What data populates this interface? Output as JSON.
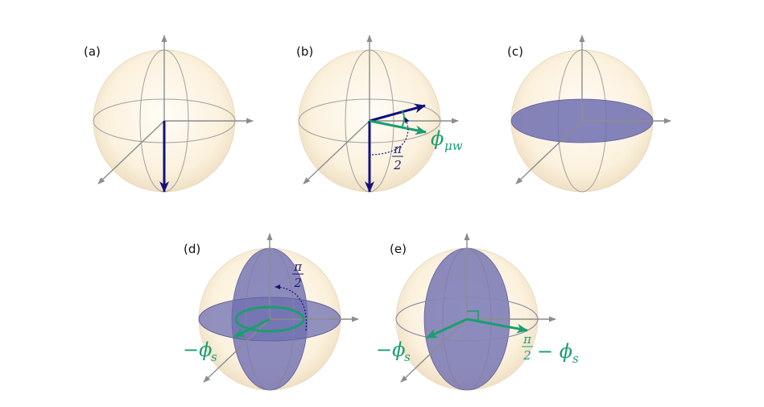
{
  "panels": [
    {
      "label": "(a)"
    },
    {
      "label": "(b)",
      "phi_label": "ϕ",
      "phi_sub": "μw",
      "angle_num": "π",
      "angle_den": "2"
    },
    {
      "label": "(c)"
    },
    {
      "label": "(d)",
      "angle_num": "π",
      "angle_den": "2",
      "phi_label": "−ϕ",
      "phi_sub": "s"
    },
    {
      "label": "(e)",
      "left_phi": "−ϕ",
      "left_sub": "s",
      "right_num": "π",
      "right_den": "2",
      "right_text": "− ϕ",
      "right_sub": "s"
    }
  ],
  "colors": {
    "sphere_fill": "#fbf1dd",
    "sphere_edge": "#e9dcc4",
    "wire": "#9a9a9a",
    "axis": "#8c8c8c",
    "navy_arrow": "#12127a",
    "green": "#1a9e6e",
    "ellipse_fill": "#6f6fb0"
  }
}
